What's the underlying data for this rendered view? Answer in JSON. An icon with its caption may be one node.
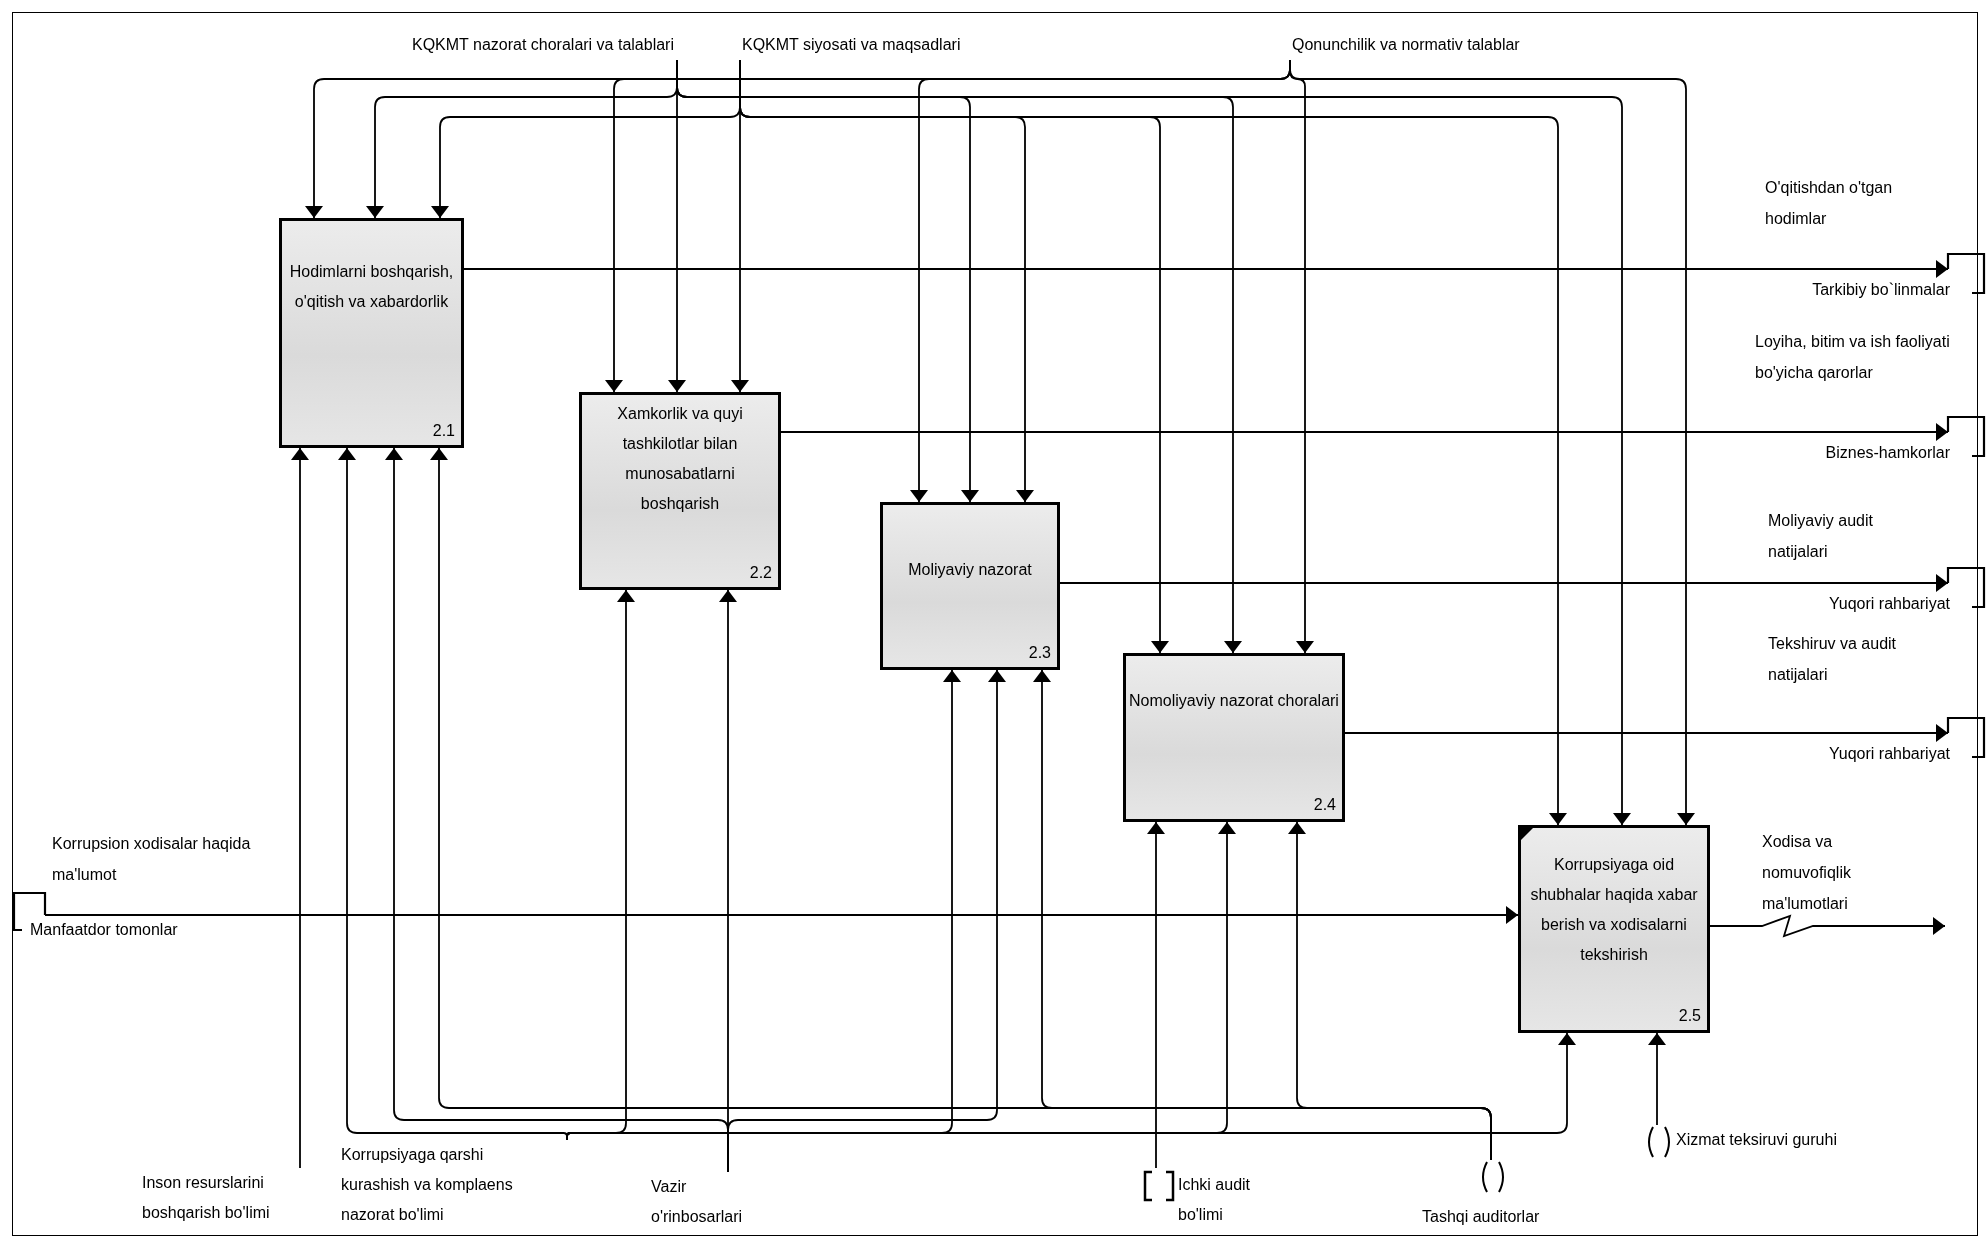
{
  "diagram": {
    "nodes": [
      {
        "text": [
          "KQKMT nazorat choralari va talablari"
        ]
      },
      {
        "text": [
          "KQKMT siyosati va maqsadlari"
        ]
      },
      {
        "text": [
          "Qonunchilik va normativ talablar"
        ]
      },
      {
        "text": [
          "Hodimlarni boshqarish, o'qitish va xabardorlik",
          "2.1"
        ]
      },
      {
        "text": [
          "Xamkorlik va quyi tashkilotlar bilan munosabatlarni boshqarish",
          "2.2"
        ]
      },
      {
        "text": [
          "Moliyaviy nazorat",
          "2.3"
        ]
      },
      {
        "text": [
          "Nomoliyaviy nazorat choralari",
          "2.4"
        ]
      },
      {
        "text": [
          "Korrupsiyaga oid shubhalar haqida xabar berish va xodisalarni tekshirish",
          "2.5"
        ]
      },
      {
        "text": [
          "Manfaatdor tomonlar"
        ]
      },
      {
        "text": [
          "Tarkibiy bo`linmalar"
        ]
      },
      {
        "text": [
          "Biznes-hamkorlar"
        ]
      },
      {
        "text": [
          "Yuqori rahbariyat"
        ]
      },
      {
        "text": [
          "Yuqori rahbariyat"
        ]
      },
      {
        "text": [
          "Inson resurslarini boshqarish bo'limi"
        ]
      },
      {
        "text": [
          "Korrupsiyaga qarshi kurashish va komplaens nazorat bo'limi"
        ]
      },
      {
        "text": [
          "Vazir o'rinbosarlari"
        ]
      },
      {
        "text": [
          "Ichki audit bo'limi"
        ]
      },
      {
        "text": [
          "Tashqi auditorlar"
        ]
      },
      {
        "text": [
          "Xizmat teksiruvi guruhi"
        ]
      }
    ],
    "edges": [
      {
        "from": 2,
        "to": 3,
        "arrow": "to"
      },
      {
        "from": 2,
        "to": 4,
        "arrow": "to"
      },
      {
        "from": 2,
        "to": 5,
        "arrow": "to"
      },
      {
        "from": 2,
        "to": 6,
        "arrow": "to"
      },
      {
        "from": 2,
        "to": 7,
        "arrow": "to"
      },
      {
        "from": 0,
        "to": 3,
        "arrow": "to"
      },
      {
        "from": 0,
        "to": 4,
        "arrow": "to"
      },
      {
        "from": 0,
        "to": 5,
        "arrow": "to"
      },
      {
        "from": 0,
        "to": 6,
        "arrow": "to"
      },
      {
        "from": 0,
        "to": 7,
        "arrow": "to"
      },
      {
        "from": 1,
        "to": 3,
        "arrow": "to"
      },
      {
        "from": 1,
        "to": 4,
        "arrow": "to"
      },
      {
        "from": 1,
        "to": 5,
        "arrow": "to"
      },
      {
        "from": 1,
        "to": 6,
        "arrow": "to"
      },
      {
        "from": 1,
        "to": 7,
        "arrow": "to"
      },
      {
        "from": 8,
        "to": 7,
        "arrow": "to",
        "label": "Korrupsion xodisalar haqida ma'lumot"
      },
      {
        "from": 3,
        "to": 9,
        "arrow": "to",
        "label": "O'qitishdan o'tgan hodimlar"
      },
      {
        "from": 4,
        "to": 10,
        "arrow": "to",
        "label": "Loyiha, bitim va ish faoliyati bo'yicha qarorlar"
      },
      {
        "from": 5,
        "to": 11,
        "arrow": "to",
        "label": "Moliyaviy audit natijalari"
      },
      {
        "from": 6,
        "to": 12,
        "arrow": "to",
        "label": "Tekshiruv va audit natijalari"
      },
      {
        "from": 7,
        "to": null,
        "arrow": "to",
        "label": "Xodisa va nomuvofiqlik ma'lumotlari"
      },
      {
        "from": 13,
        "to": 3,
        "arrow": "to"
      },
      {
        "from": 14,
        "to": 3,
        "arrow": "to"
      },
      {
        "from": 14,
        "to": 4,
        "arrow": "to"
      },
      {
        "from": 14,
        "to": 5,
        "arrow": "to"
      },
      {
        "from": 14,
        "to": 6,
        "arrow": "to"
      },
      {
        "from": 14,
        "to": 7,
        "arrow": "to"
      },
      {
        "from": 15,
        "to": 3,
        "arrow": "to"
      },
      {
        "from": 15,
        "to": 4,
        "arrow": "to"
      },
      {
        "from": 15,
        "to": 5,
        "arrow": "to"
      },
      {
        "from": 16,
        "to": 6,
        "arrow": "to"
      },
      {
        "from": 17,
        "to": 3,
        "arrow": "to"
      },
      {
        "from": 17,
        "to": 5,
        "arrow": "to"
      },
      {
        "from": 17,
        "to": 6,
        "arrow": "to"
      },
      {
        "from": 18,
        "to": 7,
        "arrow": "to"
      }
    ]
  }
}
